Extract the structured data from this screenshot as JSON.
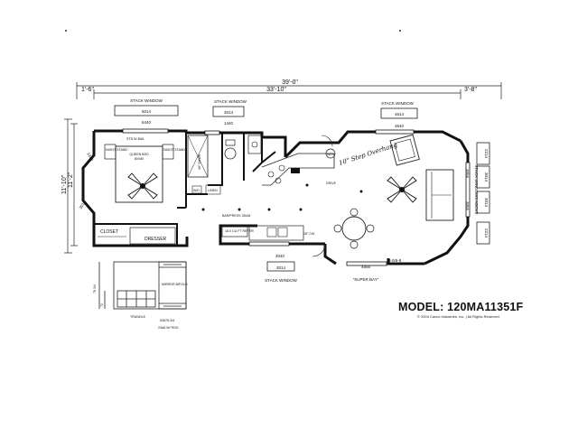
{
  "overall_width": "39'-0\"",
  "inner_width": "33'-10\"",
  "left_offset": "1'-6\"",
  "right_offset": "3'-8\"",
  "overall_depth": "11'-10\"",
  "inner_depth": "11'-2\"",
  "windows": {
    "stack_window_left": {
      "label": "STACK WINDOW",
      "code": "6014",
      "size": "5440"
    },
    "stack_window_mid": {
      "label": "STACK WINDOW",
      "code": "3014",
      "size": "1440"
    },
    "stack_window_right": {
      "label": "STACK WINDOW",
      "code": "4614",
      "size": "4640"
    },
    "bottom_window": {
      "code": "3040",
      "sub": "3014",
      "label": "STACK WINDOW"
    },
    "right_stack": {
      "label": "STACK WINDOWS ABOVE",
      "codes": [
        "2214",
        "3014",
        "3014",
        "2214"
      ],
      "sub": [
        "3056",
        "3056"
      ]
    },
    "super_bay": {
      "size": "4856",
      "label": "\"SUPER BAY\"",
      "door": "3-0/6-8"
    },
    "left_bay": [
      "1440",
      "3014"
    ]
  },
  "rooms": {
    "std_bail": "STD W BAIL",
    "queen_bed": "QUEEN BED",
    "queen_bed_size": "60X80",
    "night_stand_l": "NIGHT STAND",
    "night_stand_r": "NIGHT STAND",
    "closet": "CLOSET",
    "dresser": "DRESSER",
    "shower": "36\" SHWR",
    "wd": "W/D",
    "linen": "LINEN",
    "fridge_note": "18.0 CU FT REFER",
    "bar_note": "BAR/PRESS 35x36",
    "overhang": "OVERHANG",
    "wh": "W/H",
    "drive": "DRIVE",
    "cw": "18\" CW",
    "handwritten": "10\" Step Overhang"
  },
  "loft_inset": {
    "dims": [
      "79 3/4",
      "72"
    ],
    "labels": [
      "MIRROR BIFOLD",
      "TRUNDLE",
      "53676-3/4",
      "24dA W/ ROD"
    ]
  },
  "model": "MODEL: 120MA11351F",
  "copyright": "© 2004 Cavco Industries, Inc. | All Rights Reserved"
}
